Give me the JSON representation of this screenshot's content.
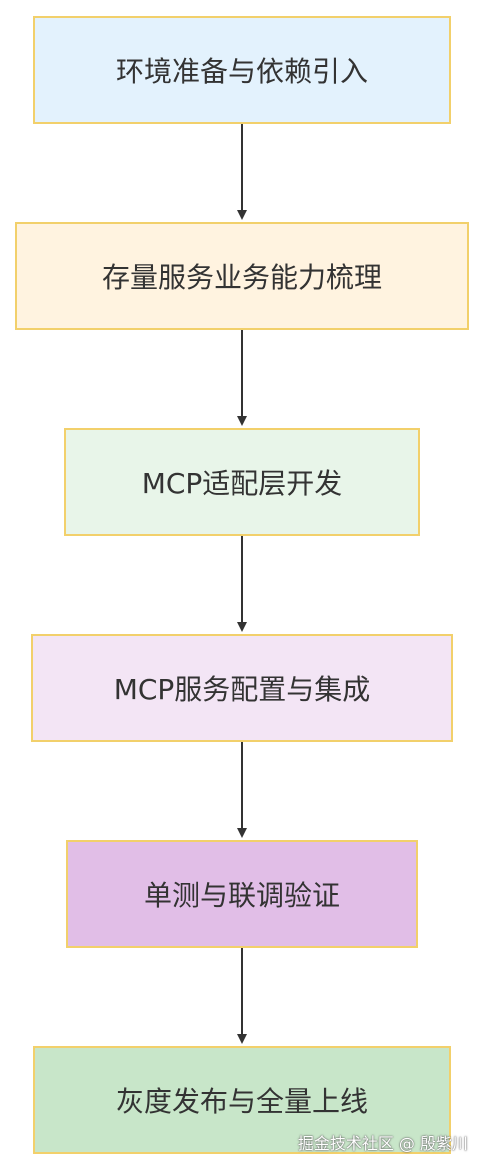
{
  "flow": {
    "steps": [
      {
        "label": "环境准备与依赖引入",
        "fill": "#e3f2fd"
      },
      {
        "label": "存量服务业务能力梳理",
        "fill": "#fff3e0"
      },
      {
        "label": "MCP适配层开发",
        "fill": "#e8f5e9"
      },
      {
        "label": "MCP服务配置与集成",
        "fill": "#f3e5f5"
      },
      {
        "label": "单测与联调验证",
        "fill": "#e1bee7"
      },
      {
        "label": "灰度发布与全量上线",
        "fill": "#c8e6c9"
      }
    ],
    "border_color": "#f2d06b",
    "arrow_color": "#333333"
  },
  "watermark": "掘金技术社区 @ 殷紫川"
}
